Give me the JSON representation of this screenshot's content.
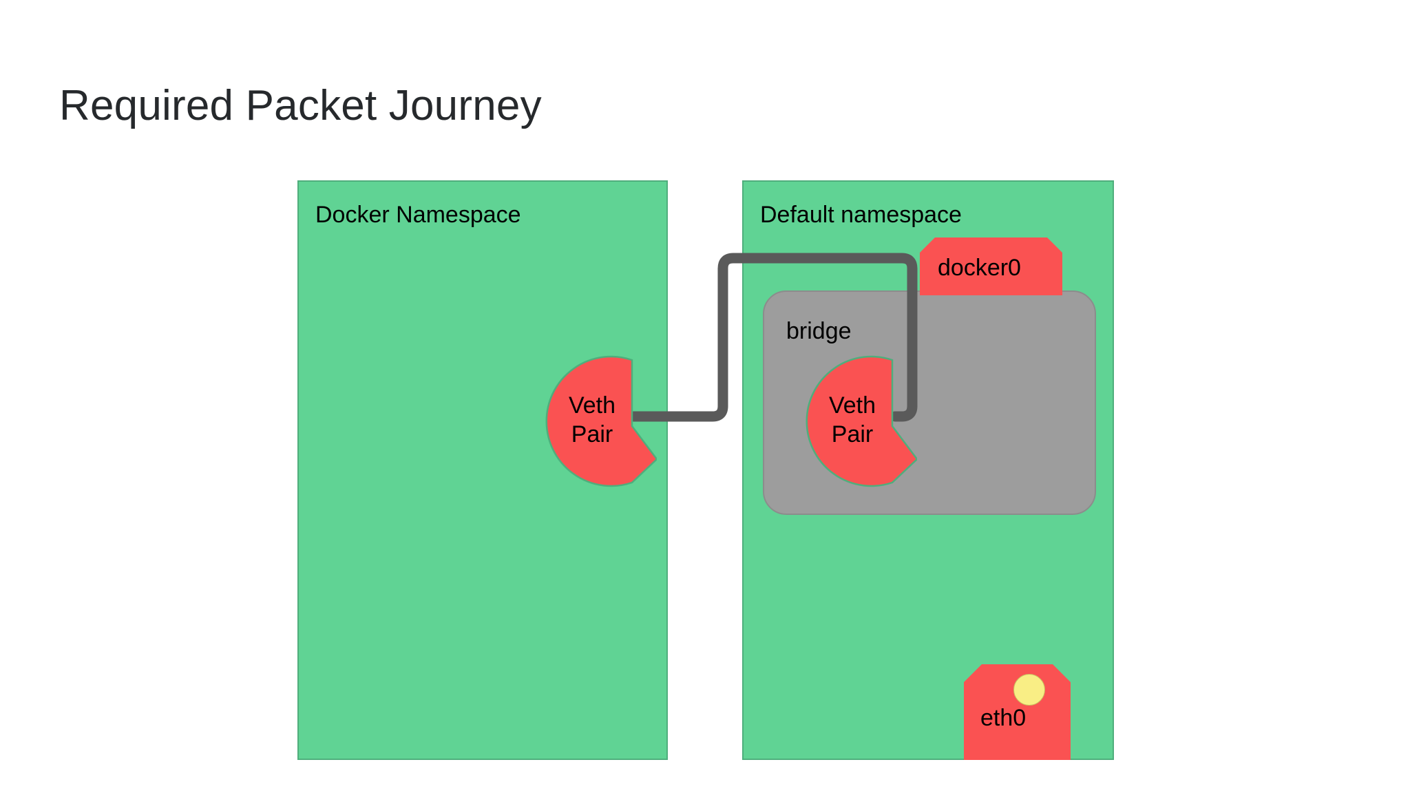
{
  "page": {
    "title": "Required Packet Journey",
    "background": "#ffffff"
  },
  "colors": {
    "namespace_green": "#60D394",
    "namespace_border": "#4fae7c",
    "node_red": "#FA5252",
    "bridge_gray": "#9d9d9d",
    "bridge_border": "#8c8c8c",
    "connector_gray": "#5a5a5a",
    "dot_yellow": "#F9EE85",
    "title_color": "#26292c"
  },
  "namespaces": [
    {
      "id": "docker",
      "label": "Docker Namespace"
    },
    {
      "id": "default",
      "label": "Default namespace"
    }
  ],
  "nodes": {
    "bridge": {
      "label": "bridge"
    },
    "docker0": {
      "label": "docker0"
    },
    "eth0": {
      "label": "eth0"
    },
    "veth_left": {
      "line1": "Veth",
      "line2": "Pair"
    },
    "veth_right": {
      "line1": "Veth",
      "line2": "Pair"
    }
  },
  "connector": {
    "name": "veth-pair-link",
    "description": "Orthogonal gray link from the Docker namespace Veth Pair to the bridge Veth Pair"
  }
}
